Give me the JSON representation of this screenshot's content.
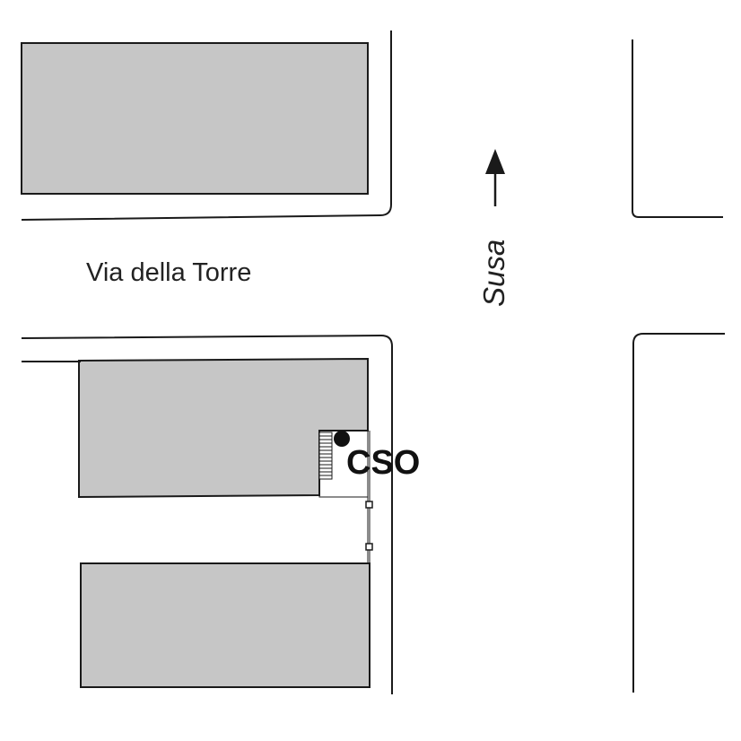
{
  "map": {
    "street_horizontal": "Via della Torre",
    "street_vertical": "Susa",
    "marker_label": "CSO",
    "direction_arrow": "arrow-up-icon"
  },
  "colors": {
    "background": "#ffffff",
    "building_fill": "#c6c6c6",
    "line": "#1a1a1a",
    "marker": "#111111"
  }
}
